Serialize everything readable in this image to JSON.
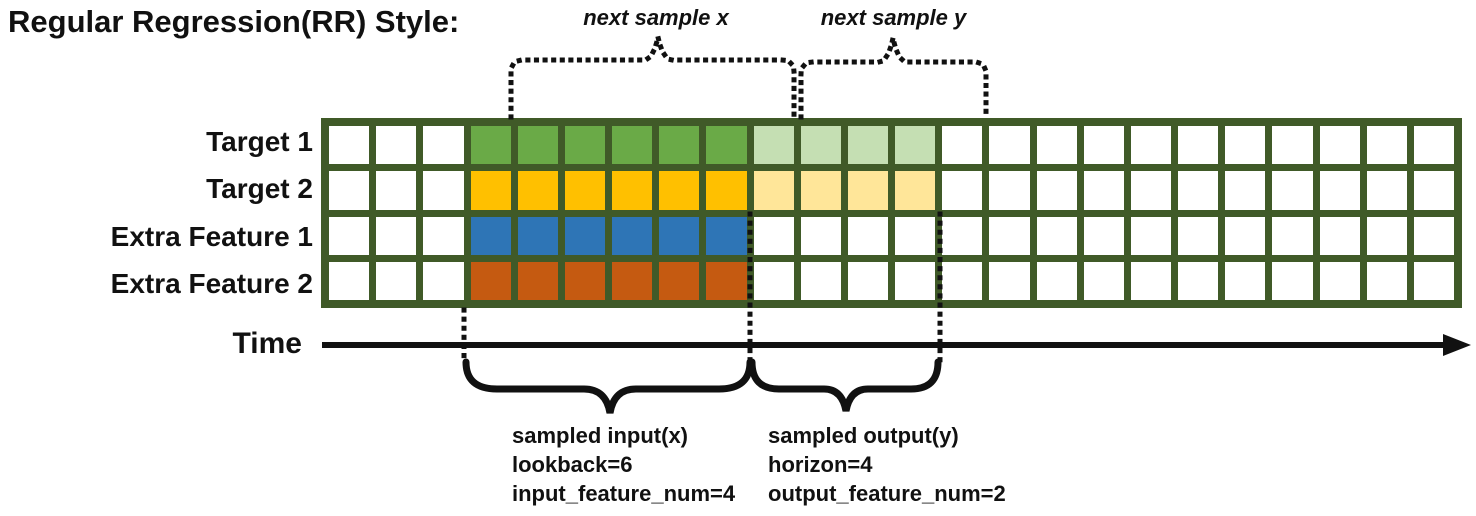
{
  "title": "Regular Regression(RR) Style:",
  "colors": {
    "grid_border": "#405a28",
    "cell_empty": "#ffffff",
    "line_black": "#111111"
  },
  "annotations": {
    "next_sample_x": "next sample x",
    "next_sample_y": "next sample y",
    "time_label": "Time",
    "input_lines": [
      "sampled input(x)",
      "lookback=6",
      "input_feature_num=4"
    ],
    "output_lines": [
      "sampled output(y)",
      "horizon=4",
      "output_feature_num=2"
    ]
  },
  "grid": {
    "total_columns": 24,
    "lead_empty_columns": 3,
    "lookback": 6,
    "horizon": 4,
    "rows": [
      {
        "label": "Target 1",
        "input_color": "#6aaa47",
        "output_color": "#c5dfb3"
      },
      {
        "label": "Target 2",
        "input_color": "#ffc000",
        "output_color": "#ffe699"
      },
      {
        "label": "Extra Feature 1",
        "input_color": "#2e75b6",
        "output_color": null
      },
      {
        "label": "Extra Feature 2",
        "input_color": "#c55a11",
        "output_color": null
      }
    ]
  }
}
